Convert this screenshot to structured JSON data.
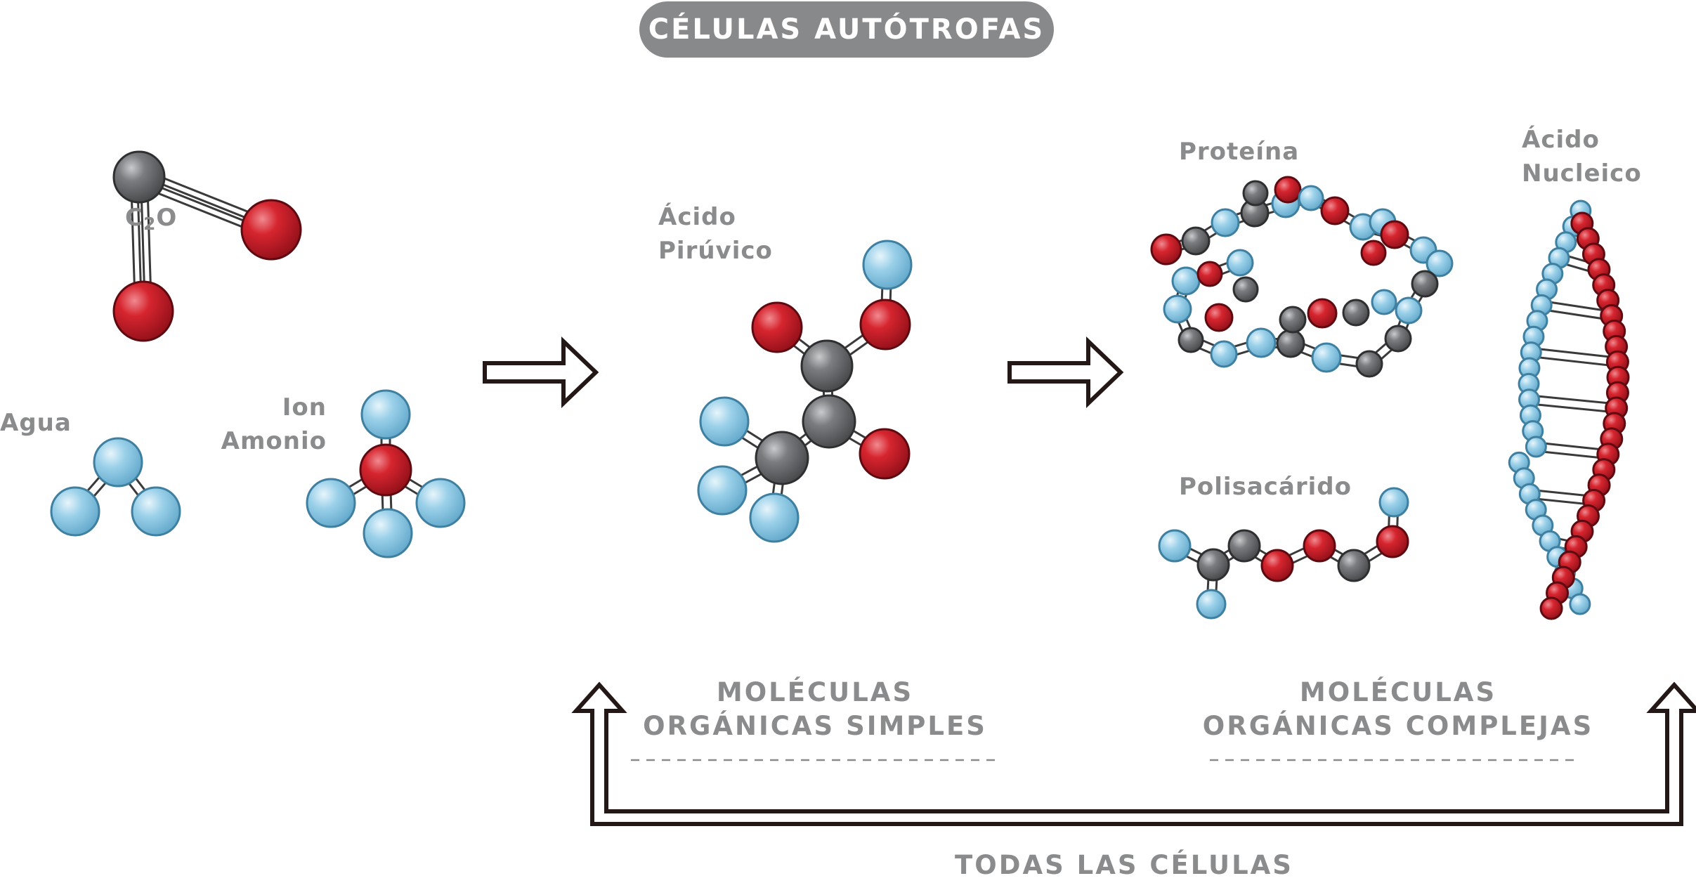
{
  "title": "CÉLULAS AUTÓTROFAS",
  "molecules": {
    "c2o": {
      "prefix": "C",
      "subscript": "2",
      "suffix": "O"
    },
    "agua": "Agua",
    "ion_amonio": {
      "line1": "Ion",
      "line2": "Amonio"
    },
    "acido_piruvico": {
      "line1": "Ácido",
      "line2": "Pirúvico"
    },
    "proteina": "Proteína",
    "polisacarido": "Polisacárido",
    "acido_nucleico": {
      "line1": "Ácido",
      "line2": "Nucleico"
    }
  },
  "categories": {
    "simple": {
      "line1": "MOLÉCULAS",
      "line2": "ORGÁNICAS SIMPLES"
    },
    "complex": {
      "line1": "MOLÉCULAS",
      "line2": "ORGÁNICAS COMPLEJAS"
    }
  },
  "footer": "TODAS LAS CÉLULAS",
  "colors": {
    "oxygen_red": "#c8202e",
    "carbon_gray": "#6b6c6f",
    "hydrogen_blue": "#8ecae6",
    "label_gray": "#8a8b8d",
    "arrow_outline": "#231815"
  }
}
